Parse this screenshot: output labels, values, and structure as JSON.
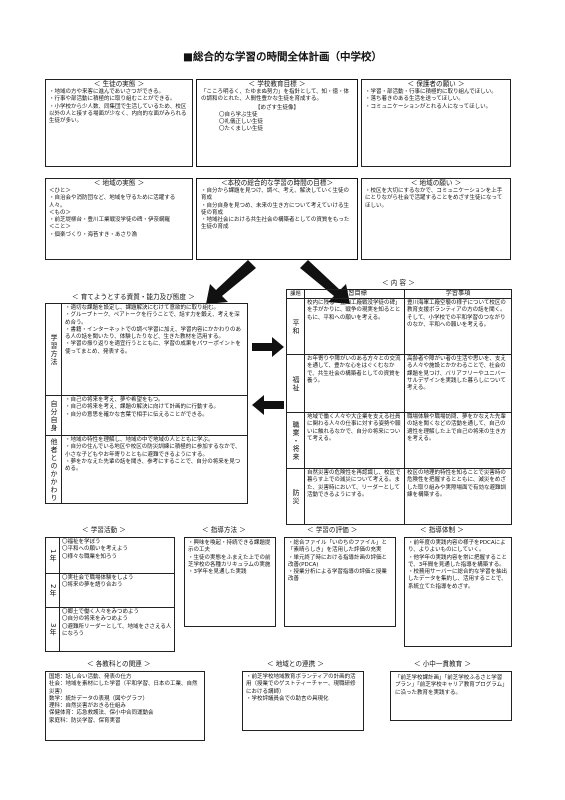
{
  "title": "■総合的な学習の時間全体計画（中学校）",
  "student": {
    "header": "＜ 生徒の実態 ＞",
    "items": [
      "・地域の方や来客に進んであいさつができる。",
      "・行事や部活動に積極的に取り組むことができる。",
      "・小学校から少人数、同集団で生活しているため、校区以外の人と接する場面が少なく、内向的な面がみられる生徒が多い。"
    ]
  },
  "school_goal": {
    "header": "＜ 学校教育目標 ＞",
    "text": "「こころ明るく、たゆまぬ努力」を指針として、知・徳・体の調和のとれた、人間性豊かな生徒を育成する。",
    "sub_header": "【めざす生徒像】",
    "items": [
      "〇自ら学ぶ生徒",
      "〇礼儀正しい生徒",
      "〇たくましい生徒"
    ]
  },
  "guardian": {
    "header": "＜ 保護者の願い ＞",
    "items": [
      "・学習・部活動・行事に積極的に取り組んでほしい。",
      "・落ち着きのある生活を送ってほしい。",
      "・コミュニケーションがとれる人になってほしい。"
    ]
  },
  "region": {
    "header": "＜ 地域の実態 ＞",
    "items": [
      "＜ひと＞",
      "・自治会や消防団など、地域を守るために活躍する人々。",
      "＜もの＞",
      "・前芝堤柳台・豊川工業戦没学徒の碑・伊奈網羅",
      "＜こと＞",
      "・個楽づくり・海苔すき・あさり漁"
    ]
  },
  "school_goal2": {
    "header": "＜本校の総合的な学習の時間の目標＞",
    "items": [
      "・自分から課題を見つけ、調べ、考え、解決していく生徒の育成",
      "・自分自身を見つめ、未来の生き方について考えていける生徒の育成",
      "・地域社会における共生社会の構築者としての資質をもった生徒の育成"
    ]
  },
  "region_wish": {
    "header": "＜ 地域の願い ＞",
    "items": [
      "・校区を大切にするなかで、コミュニケーションを上手にとりながら社会で活躍することをめざす生徒になってほしい。"
    ]
  },
  "qualities": {
    "header": "＜ 育てようとする資質・能力及び態度 ＞",
    "rows": [
      {
        "label": "学習方法",
        "items": [
          "・適切な課題を設定し、課題解決にむけて意欲的に取り組む。",
          "・グループトーク、ペアトークを行うことで、話す力を鍛え、考えを深め合う。",
          "・書籍・インターネットでの調べ学習に加え、学習内容にかかわりのある人の話を聞いたり、体験したりなど、生きた教材を活用する。",
          "・学習の振り返りを適宜行うとともに、学習の成果をパワーポイントを使ってまとめ、発表する。"
        ]
      },
      {
        "label": "自分自身",
        "items": [
          "・自己の将来を考え、夢や希望をもつ。",
          "・自己の将来を考え、課題の解決に向けて計画的に行動する。",
          "・自分の意思を確かな言葉で相手に伝えることができる。"
        ]
      },
      {
        "label": "他者とのかかわり",
        "items": [
          "・地域の特性を理解し、地域の中で地域の人とともに学ぶ。",
          "・自分の住んでいる地区や校区の防災訓練に積極的に参加するなかで、小さな子どもやお年寄りとともに避難できるようにする。",
          "・夢をかなえた先輩の話を聞き、参考にすることで、自分の将来を見つめる。"
        ]
      }
    ]
  },
  "content": {
    "header": "＜ 内 容 ＞",
    "col_topic": "課題",
    "col_goal": "学習目標",
    "col_items": "学習事項",
    "rows": [
      {
        "topic": "平和",
        "goal": "校内に残る「豊川工廠戦没学徒の碑」を手がかりに、戦争の現実を知るとともに、平和への願いを考える。",
        "items": "豊川海軍工廠空襲の様子について校区の教育支援ボランティアの方の話を聞く。そして、小学校での平和学習のつながりのなか、平和への願いを考える。"
      },
      {
        "topic": "福祉",
        "goal": "お年寄りや障がいのある方々との交流を通して、豊かな心をはぐくむなかで、共生社会の構築者としての資質を養う。",
        "items": "高齢者や障がい者の生活や思いを、支える人々や施設とかかわることで、社会の課題を見つけ、バリアフリーやユニバーサルデザインを実践した暮らしについて考える。"
      },
      {
        "topic": "職業・将来",
        "goal": "地域で働く人々や大企業を支える社員に関わる人々の仕事に対する姿勢や願いに触れるなかで、自分の将来について考える。",
        "items": "職場体験や職場訪問、夢をかなえた先輩の話を聞くなどの活動を通して、自己の適性を理解した上で自己の将来の生き方を考える。"
      },
      {
        "topic": "防災",
        "goal": "自然災害の危険性を再認識し、校区で暮らす上での減災について考える。また、災害時において、リーダーとして活動できるようにする。",
        "items": "校区の地理的特性を知ることで災害時の危険性を把握するとともに、減災をめざした取り組みや実際場面で有効な避難訓練を構築する。"
      }
    ]
  },
  "activity": {
    "header": "＜ 学習活動 ＞",
    "rows": [
      {
        "grade": "1年",
        "items": [
          "〇福祉を学ぼう",
          "〇平和への願いを考えよう",
          "〇様々な職業を知ろう"
        ]
      },
      {
        "grade": "2年",
        "items": [
          "〇実社会で職場体験をしよう",
          "〇将来の夢を語り合おう"
        ]
      },
      {
        "grade": "3年",
        "items": [
          "〇郷土で働く人々をみつめよう",
          "〇自分の将来をみつめよう",
          "〇避難所リーダーとして、地域をささえる人になろう"
        ]
      }
    ]
  },
  "method": {
    "header": "＜ 指導方法 ＞",
    "items": [
      "・興味を喚起・持続できる課題提示の工夫",
      "・生徒の実態をふまえた上での前芝学校の各種カリキュラムの実施",
      "・3学年を見通した実践"
    ]
  },
  "evaluation": {
    "header": "＜ 学習の評価 ＞",
    "items": [
      "・総合ファイル「いのちのファイル」と「素晴らしき」を活用した評価の充実",
      "・単元終了時における指導計画の評価と改善(PDCA)",
      "・授業分析による学習指導の評価と授業改善"
    ]
  },
  "system": {
    "header": "＜ 指導体制 ＞",
    "items": [
      "・前年度の実践内容の様子をPDCAにより、よりよいものにしていく。",
      "・他学年の実践内容を常に把握することで、3年間を見通した指導を構築する。",
      "・校務用サーバーに総合的な学習を抽出したデータを集約し、活用することで、系統立てた指導をめざす。"
    ]
  },
  "subjects": {
    "header": "＜ 各教科との関連 ＞",
    "items": [
      "国語：話し合い活動、発表の仕方",
      "社会：地域を素材にした学習（平和学習、日本の工業、自然災害）",
      "数学：統計データの表現（図やグラフ）",
      "理科：自然災害がおきる仕組み",
      "保健体育：応急救護法、保小中合同運動会",
      "家庭科：防災学習、保育実習"
    ]
  },
  "community": {
    "header": "＜ 地域との連携 ＞",
    "items": [
      "・前芝学校地域教育ボランティアの計画的活用（授業でのゲストティーチャー、現職研修における講師）",
      "・学校評議員会での助言の具現化"
    ]
  },
  "elem_mid": {
    "header": "＜ 小中一貫教育 ＞",
    "items": [
      "「前芝学校課計画」「前芝学校ふるさと学習プラン」「前芝学校キャリア教育プログラム」に沿った教育を実践する。"
    ]
  }
}
